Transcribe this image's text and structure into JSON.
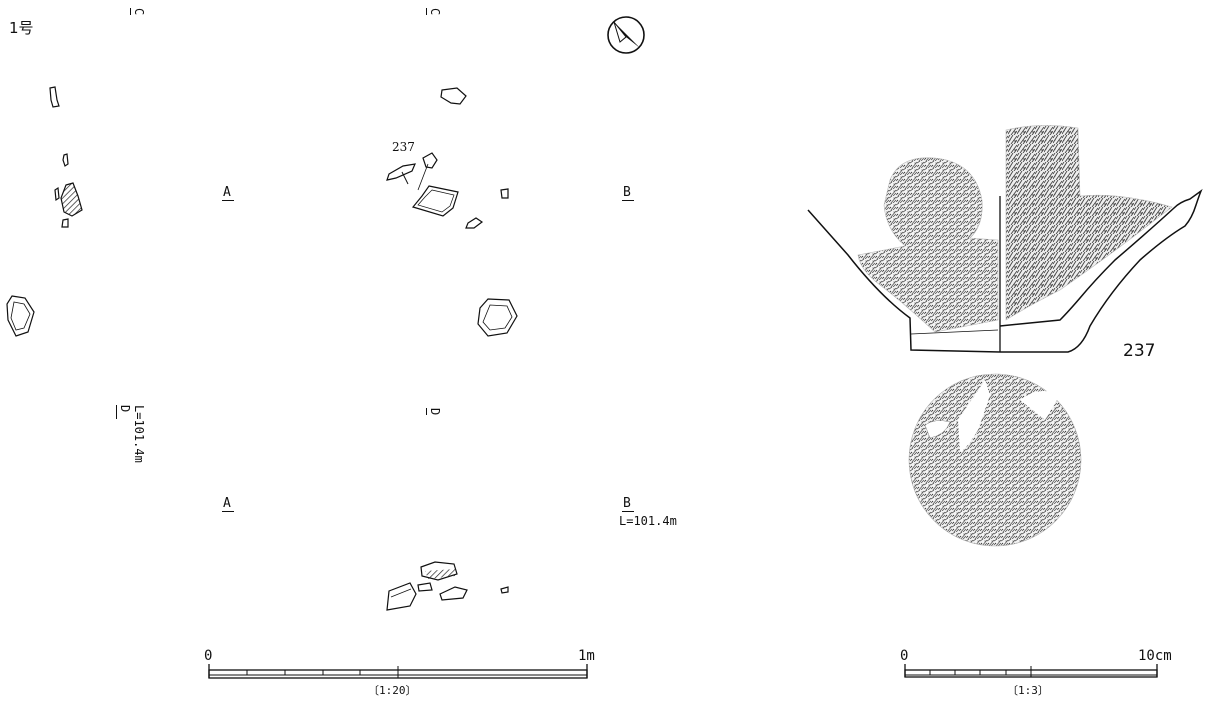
{
  "feature": {
    "label": "1号"
  },
  "plan": {
    "section_markers": {
      "a": "A",
      "b": "B",
      "c": "C",
      "d": "D"
    },
    "artifact_number": "237"
  },
  "section": {
    "marker_a": "A",
    "marker_b": "B",
    "level": "L=101.4m",
    "vertical_level": "L=101.4m",
    "marker_d": "D"
  },
  "scale_bar_1m": {
    "start": "0",
    "end": "1m",
    "ratio": "〔1:20〕"
  },
  "artifact": {
    "number": "237"
  },
  "scale_bar_10cm": {
    "start": "0",
    "end": "10cm",
    "ratio": "〔1:3〕"
  },
  "colors": {
    "ink": "#111111",
    "texture": "#777777",
    "hatch": "#333333"
  }
}
